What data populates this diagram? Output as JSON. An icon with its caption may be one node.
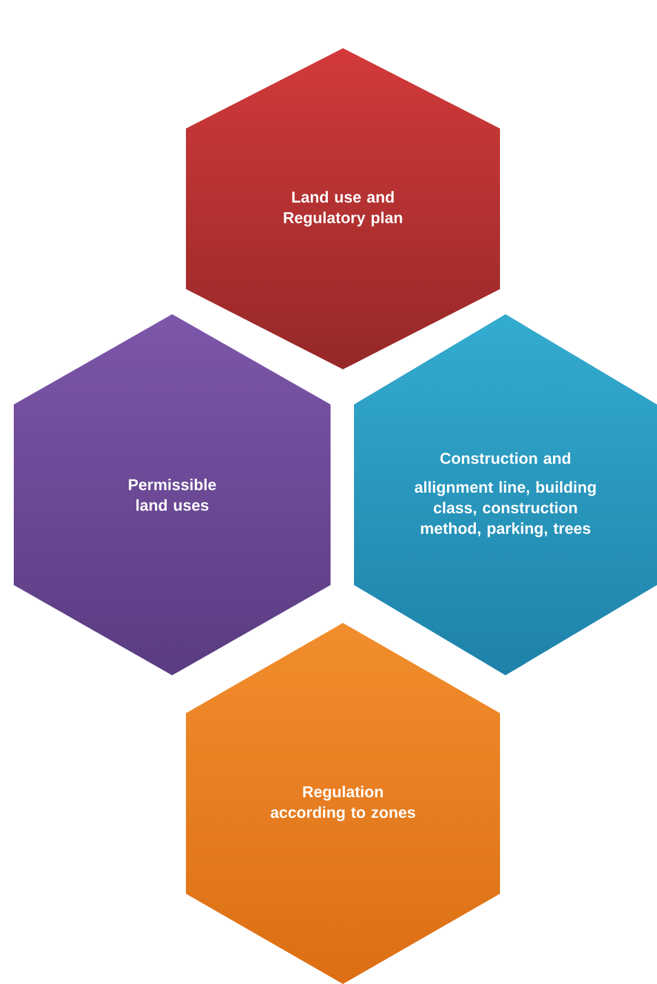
{
  "diagram": {
    "nodes": [
      {
        "text": [
          "Land use and Regulatory plan"
        ]
      },
      {
        "text": [
          "Permissible land uses"
        ]
      },
      {
        "text": [
          "Construction and",
          "allignment line, building class, construction method, parking, trees"
        ]
      },
      {
        "text": [
          "Regulation according to zones"
        ]
      }
    ]
  }
}
